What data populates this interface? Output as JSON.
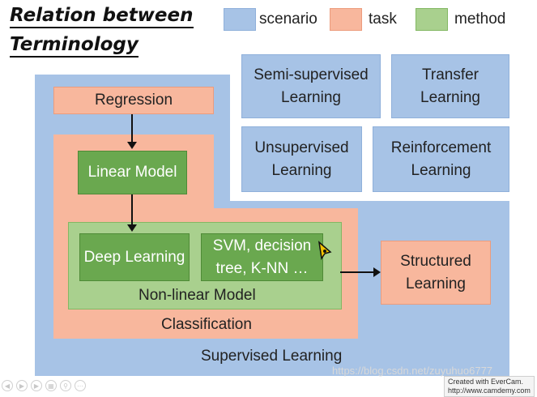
{
  "title": {
    "line1": "Relation between",
    "line2": "Terminology"
  },
  "legend": {
    "scenario": "scenario",
    "task": "task",
    "method": "method",
    "colors": {
      "scenario": "#a7c3e6",
      "task": "#f8b79d",
      "method": "#6aa84f"
    }
  },
  "scenarios": {
    "semi_supervised": "Semi-supervised Learning",
    "transfer": "Transfer Learning",
    "unsupervised": "Unsupervised Learning",
    "reinforcement": "Reinforcement Learning",
    "supervised": "Supervised Learning"
  },
  "tasks": {
    "regression": "Regression",
    "classification": "Classification",
    "structured": "Structured Learning"
  },
  "methods": {
    "linear": "Linear Model",
    "deep": "Deep Learning",
    "svm": "SVM, decision tree, K-NN …",
    "nonlinear": "Non-linear Model"
  },
  "watermark": "https://blog.csdn.net/zuyuhuo6777",
  "evercam": {
    "line1": "Created with EverCam.",
    "line2": "http://www.camdemy.com"
  },
  "cursor_icon": "pen-cursor-icon"
}
